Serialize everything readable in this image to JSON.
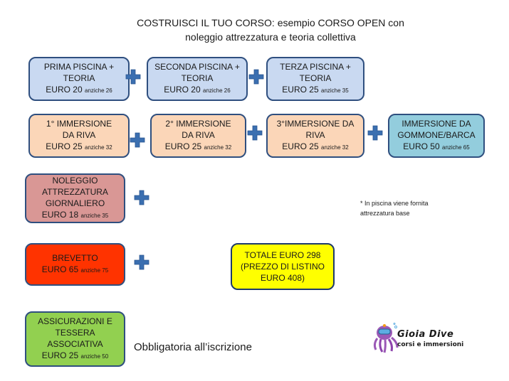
{
  "title": {
    "line1": "COSTRUISCI IL TUO CORSO: esempio CORSO OPEN con",
    "line2": "noleggio attrezzatura e teoria collettiva"
  },
  "boxes": [
    {
      "line1": "PRIMA PISCINA +",
      "line2": "TEORIA",
      "price": "EURO 20",
      "was": "anziche 26",
      "color": "#c9d9f1"
    },
    {
      "line1": "SECONDA PISCINA +",
      "line2": "TEORIA",
      "price": "EURO 20",
      "was": "anziche 26",
      "color": "#c9d9f1"
    },
    {
      "line1": "TERZA PISCINA +",
      "line2": "TEORIA",
      "price": "EURO 25",
      "was": "anziche 35",
      "color": "#c9d9f1"
    },
    {
      "line1": "1° IMMERSIONE",
      "line2": "DA RIVA",
      "price": "EURO 25",
      "was": "anziche 32",
      "color": "#fbd6b8"
    },
    {
      "line1": "2° IMMERSIONE",
      "line2": "DA RIVA",
      "price": "EURO 25",
      "was": "anziche 32",
      "color": "#fbd6b8"
    },
    {
      "line1": "3°IMMERSIONE DA",
      "line2": "RIVA",
      "price": "EURO 25",
      "was": "anziche 32",
      "color": "#fbd6b8"
    },
    {
      "line1": "IMMERSIONE DA",
      "line2": "GOMMONE/BARCA",
      "price": "EURO 50",
      "was": "anziche 65",
      "color": "#93cddd"
    },
    {
      "line1": "NOLEGGIO",
      "line2": "ATTREZZATURA",
      "line3": "GIORNALIERO",
      "price": "EURO 18",
      "was": "anziche 35",
      "color": "#d99795"
    },
    {
      "line1": "BREVETTO",
      "price": "EURO  65",
      "was": "anziche 75",
      "color": "#ff3300"
    },
    {
      "line1": "ASSICURAZIONI E",
      "line2": "TESSERA",
      "line3": "ASSOCIATIVA",
      "price": "EURO 25",
      "was": "anziche 50",
      "color": "#92d050"
    }
  ],
  "total": {
    "line1": "TOTALE  EURO  298",
    "line2": "(PREZZO DI LISTINO",
    "line3": "EURO 408)"
  },
  "note": {
    "line1": "*  In piscina viene fornita",
    "line2": "attrezzatura base"
  },
  "mandatory": "Obbligatoria all’iscrizione",
  "logo": {
    "name": "Gioia Dive",
    "subtitle": "corsi e immersioni"
  },
  "colors": {
    "border": "#2f4f7f",
    "plus": "#3b6fb0"
  }
}
